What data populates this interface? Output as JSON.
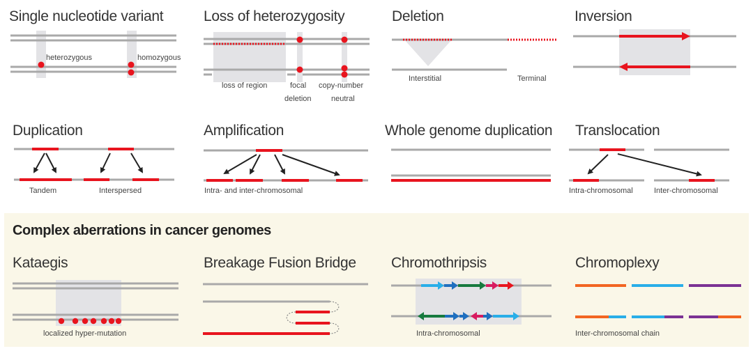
{
  "colors": {
    "chromosome": "#a9a9a9",
    "highlight_region": "#e3e3e6",
    "variant_red": "#e8141e",
    "arrow": "#222222",
    "panel_bg": "#faf7e8",
    "light_blue": "#29aee8",
    "dark_blue": "#1f6fbf",
    "dark_green": "#177a3e",
    "magenta": "#d81b60",
    "orange": "#f26522",
    "purple": "#7b3294"
  },
  "simple_aberrations": [
    {
      "id": "snv",
      "title": "Single nucleotide variant",
      "labels": [
        "heterozygous",
        "homozygous"
      ]
    },
    {
      "id": "loh",
      "title": "Loss of heterozygosity",
      "labels": [
        "loss of region",
        "focal deletion",
        "copy-number neutral"
      ]
    },
    {
      "id": "deletion",
      "title": "Deletion",
      "labels": [
        "Interstitial",
        "Terminal"
      ]
    },
    {
      "id": "inversion",
      "title": "Inversion",
      "labels": []
    },
    {
      "id": "duplication",
      "title": "Duplication",
      "labels": [
        "Tandem",
        "Interspersed"
      ]
    },
    {
      "id": "amplification",
      "title": "Amplification",
      "labels": [
        "Intra- and inter-chromosomal"
      ]
    },
    {
      "id": "wgd",
      "title": "Whole genome duplication",
      "labels": []
    },
    {
      "id": "translocation",
      "title": "Translocation",
      "labels": [
        "Intra-chromosomal",
        "Inter-chromosomal"
      ]
    }
  ],
  "complex_panel": {
    "title": "Complex aberrations in cancer genomes",
    "items": [
      {
        "id": "kataegis",
        "title": "Kataegis",
        "labels": [
          "localized hyper-mutation"
        ]
      },
      {
        "id": "bfb",
        "title": "Breakage Fusion Bridge",
        "labels": []
      },
      {
        "id": "chromothripsis",
        "title": "Chromothripsis",
        "labels": [
          "Intra-chromosomal"
        ]
      },
      {
        "id": "chromoplexy",
        "title": "Chromoplexy",
        "labels": [
          "Inter-chromosomal chain"
        ]
      }
    ]
  },
  "loh_sublabels": {
    "focal_line1": "focal",
    "focal_line2": "deletion",
    "cn_line1": "copy-number",
    "cn_line2": "neutral"
  }
}
